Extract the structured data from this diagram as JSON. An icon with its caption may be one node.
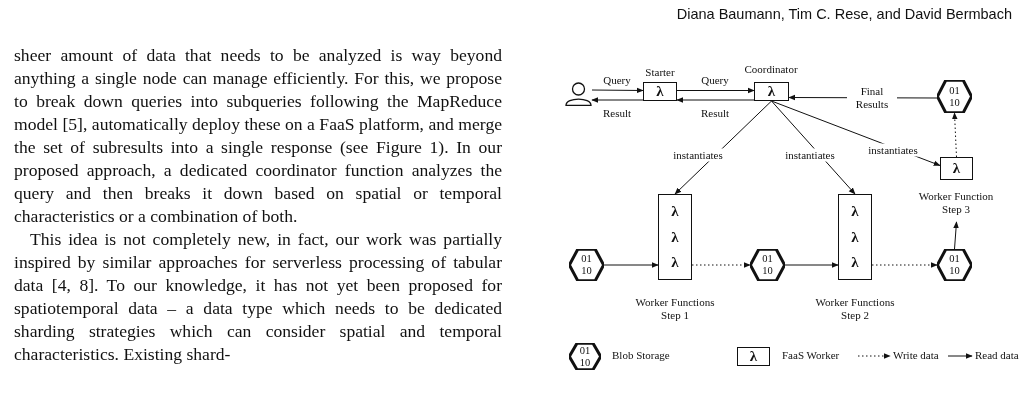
{
  "diagram": {
    "nodes": [
      {
        "text": [],
        "shape": "person"
      },
      {
        "text": [
          "λ"
        ],
        "beside": [
          "Starter"
        ]
      },
      {
        "text": [
          "λ"
        ],
        "beside": [
          "Coordinator"
        ]
      },
      {
        "text": [
          "01 10"
        ]
      },
      {
        "text": [
          "λ"
        ],
        "beside": [
          "Worker Function Step 3"
        ]
      },
      {
        "text": [
          "01 10"
        ]
      },
      {
        "text": [
          "λ",
          "λ",
          "λ"
        ],
        "beside": [
          "Worker Functions Step 1"
        ]
      },
      {
        "text": [
          "01 10"
        ]
      },
      {
        "text": [
          "λ",
          "λ",
          "λ"
        ],
        "beside": [
          "Worker Functions Step 2"
        ]
      },
      {
        "text": [
          "01 10"
        ]
      }
    ],
    "edges": [
      {
        "from": 0,
        "to": 1,
        "arrow": "to",
        "label": "Query"
      },
      {
        "from": 1,
        "to": 0,
        "arrow": "to",
        "label": "Result"
      },
      {
        "from": 1,
        "to": 2,
        "arrow": "to",
        "label": "Query"
      },
      {
        "from": 2,
        "to": 1,
        "arrow": "to",
        "label": "Result"
      },
      {
        "from": 3,
        "to": 2,
        "arrow": "to",
        "label": "Final Results"
      },
      {
        "from": 2,
        "to": 6,
        "arrow": "to",
        "label": "instantiates"
      },
      {
        "from": 2,
        "to": 8,
        "arrow": "to",
        "label": "instantiates"
      },
      {
        "from": 2,
        "to": 4,
        "arrow": "to",
        "label": "instantiates"
      },
      {
        "from": 5,
        "to": 6,
        "arrow": "to"
      },
      {
        "from": 6,
        "to": 7,
        "arrow": "to",
        "style": "dashed"
      },
      {
        "from": 7,
        "to": 8,
        "arrow": "to"
      },
      {
        "from": 8,
        "to": 9,
        "arrow": "to",
        "style": "dashed"
      },
      {
        "from": 9,
        "to": 4,
        "arrow": "to"
      },
      {
        "from": 4,
        "to": 3,
        "arrow": "to",
        "style": "dashed"
      }
    ],
    "labels": [
      "Diana Baumann, Tim C. Rese, and David Bermbach",
      "sheer amount of data that needs to be analyzed is way beyond anything a single node can manage efficiently. For this, we propose to break down queries into subqueries following the MapReduce model [5], automatically deploy these on a FaaS platform, and merge the set of subresults into a single response (see Figure 1). In our proposed approach, a dedicated coordinator function analyzes the query and then breaks it down based on spatial or temporal characteristics or a combination of both.",
      "This idea is not completely new, in fact, our work was partially inspired by similar approaches for serverless processing of tabular data [4, 8]. To our knowledge, it has not yet been proposed for spatiotemporal data – a data type which needs to be dedicated sharding strategies which can consider spatial and temporal characteristics. Existing shard-",
      "01 10",
      "λ"
    ],
    "legend": [
      {
        "text": "Blob Storage"
      },
      {
        "text": "FaaS Worker"
      },
      {
        "text": "Write data"
      },
      {
        "text": "Read data"
      }
    ]
  }
}
